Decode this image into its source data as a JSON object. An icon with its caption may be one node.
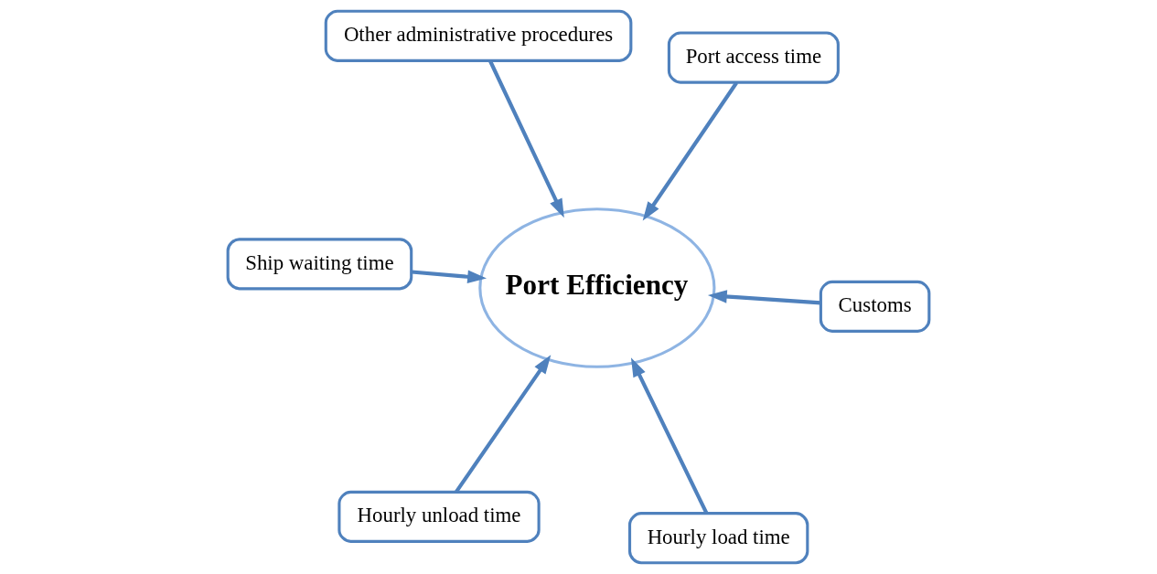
{
  "diagram": {
    "nodes": [
      {
        "text": [
          "Ship waiting time"
        ]
      },
      {
        "text": [
          "Customs"
        ]
      },
      {
        "text": [
          "Hourly load time"
        ]
      },
      {
        "text": [
          "Other administrative procedures"
        ]
      },
      {
        "text": [
          "Port Efficiency"
        ]
      },
      {
        "text": [
          "Port access time"
        ]
      },
      {
        "text": [
          "Hourly unload time"
        ]
      }
    ],
    "edges": [
      {
        "from": 0,
        "to": 4,
        "arrow": "to"
      },
      {
        "from": 1,
        "to": 4,
        "arrow": "to"
      },
      {
        "from": 2,
        "to": 4,
        "arrow": "to"
      },
      {
        "from": 3,
        "to": 4,
        "arrow": "to"
      },
      {
        "from": 5,
        "to": 4,
        "arrow": "to"
      },
      {
        "from": 6,
        "to": 4,
        "arrow": "to"
      }
    ]
  }
}
